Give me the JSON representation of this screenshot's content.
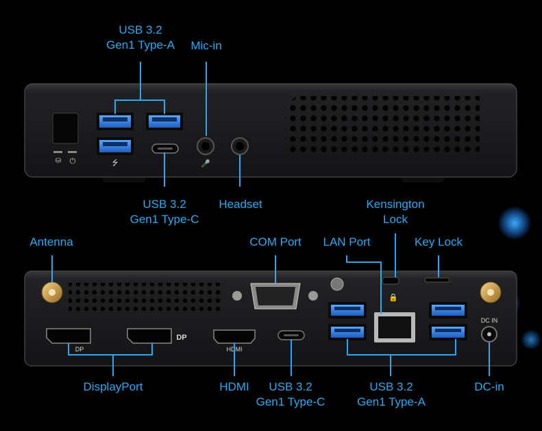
{
  "front_panel": {
    "usb_a_label": [
      "USB 3.2",
      "Gen1 Type-A"
    ],
    "mic_label": "Mic-in",
    "usb_c_label": [
      "USB 3.2",
      "Gen1 Type-C"
    ],
    "headset_label": "Headset"
  },
  "rear_panel": {
    "antenna_label": "Antenna",
    "com_label": "COM Port",
    "lan_label": "LAN Port",
    "kensington_label": [
      "Kensington",
      "Lock"
    ],
    "keylock_label": "Key Lock",
    "displayport_label": "DisplayPort",
    "hdmi_label": "HDMI",
    "usb_c_label": [
      "USB 3.2",
      "Gen1 Type-C"
    ],
    "usb_a_label": [
      "USB 3.2",
      "Gen1 Type-A"
    ],
    "dcin_label": "DC-in",
    "port_marks": {
      "dp1": "DP",
      "dp2": "DP",
      "hdmi": "HDMI",
      "dc_in": "DC IN"
    }
  },
  "colors": {
    "accent": "#2aa9f0",
    "chassis": "#1c1c1e",
    "usb_blue": "#2f7fe0"
  }
}
